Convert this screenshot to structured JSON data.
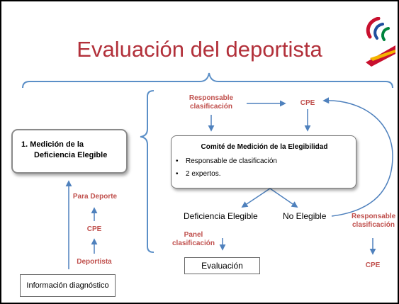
{
  "title": "Evaluación del deportista",
  "logo": {
    "colors": [
      "#c8102e",
      "#f4b400",
      "#00843d"
    ]
  },
  "medicion": {
    "line1": "1.  Medición de la",
    "line2": "Deficiencia Elegible"
  },
  "comite": {
    "title": "Comité de Medición de la Elegibilidad",
    "items": [
      "Responsable de clasificación",
      "2 expertos."
    ]
  },
  "labels": {
    "responsable_top": "Responsable clasificación",
    "cpe_top": "CPE",
    "para_deporte": "Para Deporte",
    "cpe_left": "CPE",
    "deportista": "Deportista",
    "deficiencia_elegible": "Deficiencia Elegible",
    "no_elegible": "No Elegible",
    "panel": "Panel clasificación",
    "responsable_right": "Responsable clasificación",
    "cpe_right": "CPE",
    "evaluacion": "Evaluación",
    "info": "Información diagnóstico"
  },
  "colors": {
    "accent_red": "#c0504d",
    "arrow_blue": "#4f81bd",
    "brace_blue": "#5b8fc7",
    "title_red": "#b2303a"
  }
}
